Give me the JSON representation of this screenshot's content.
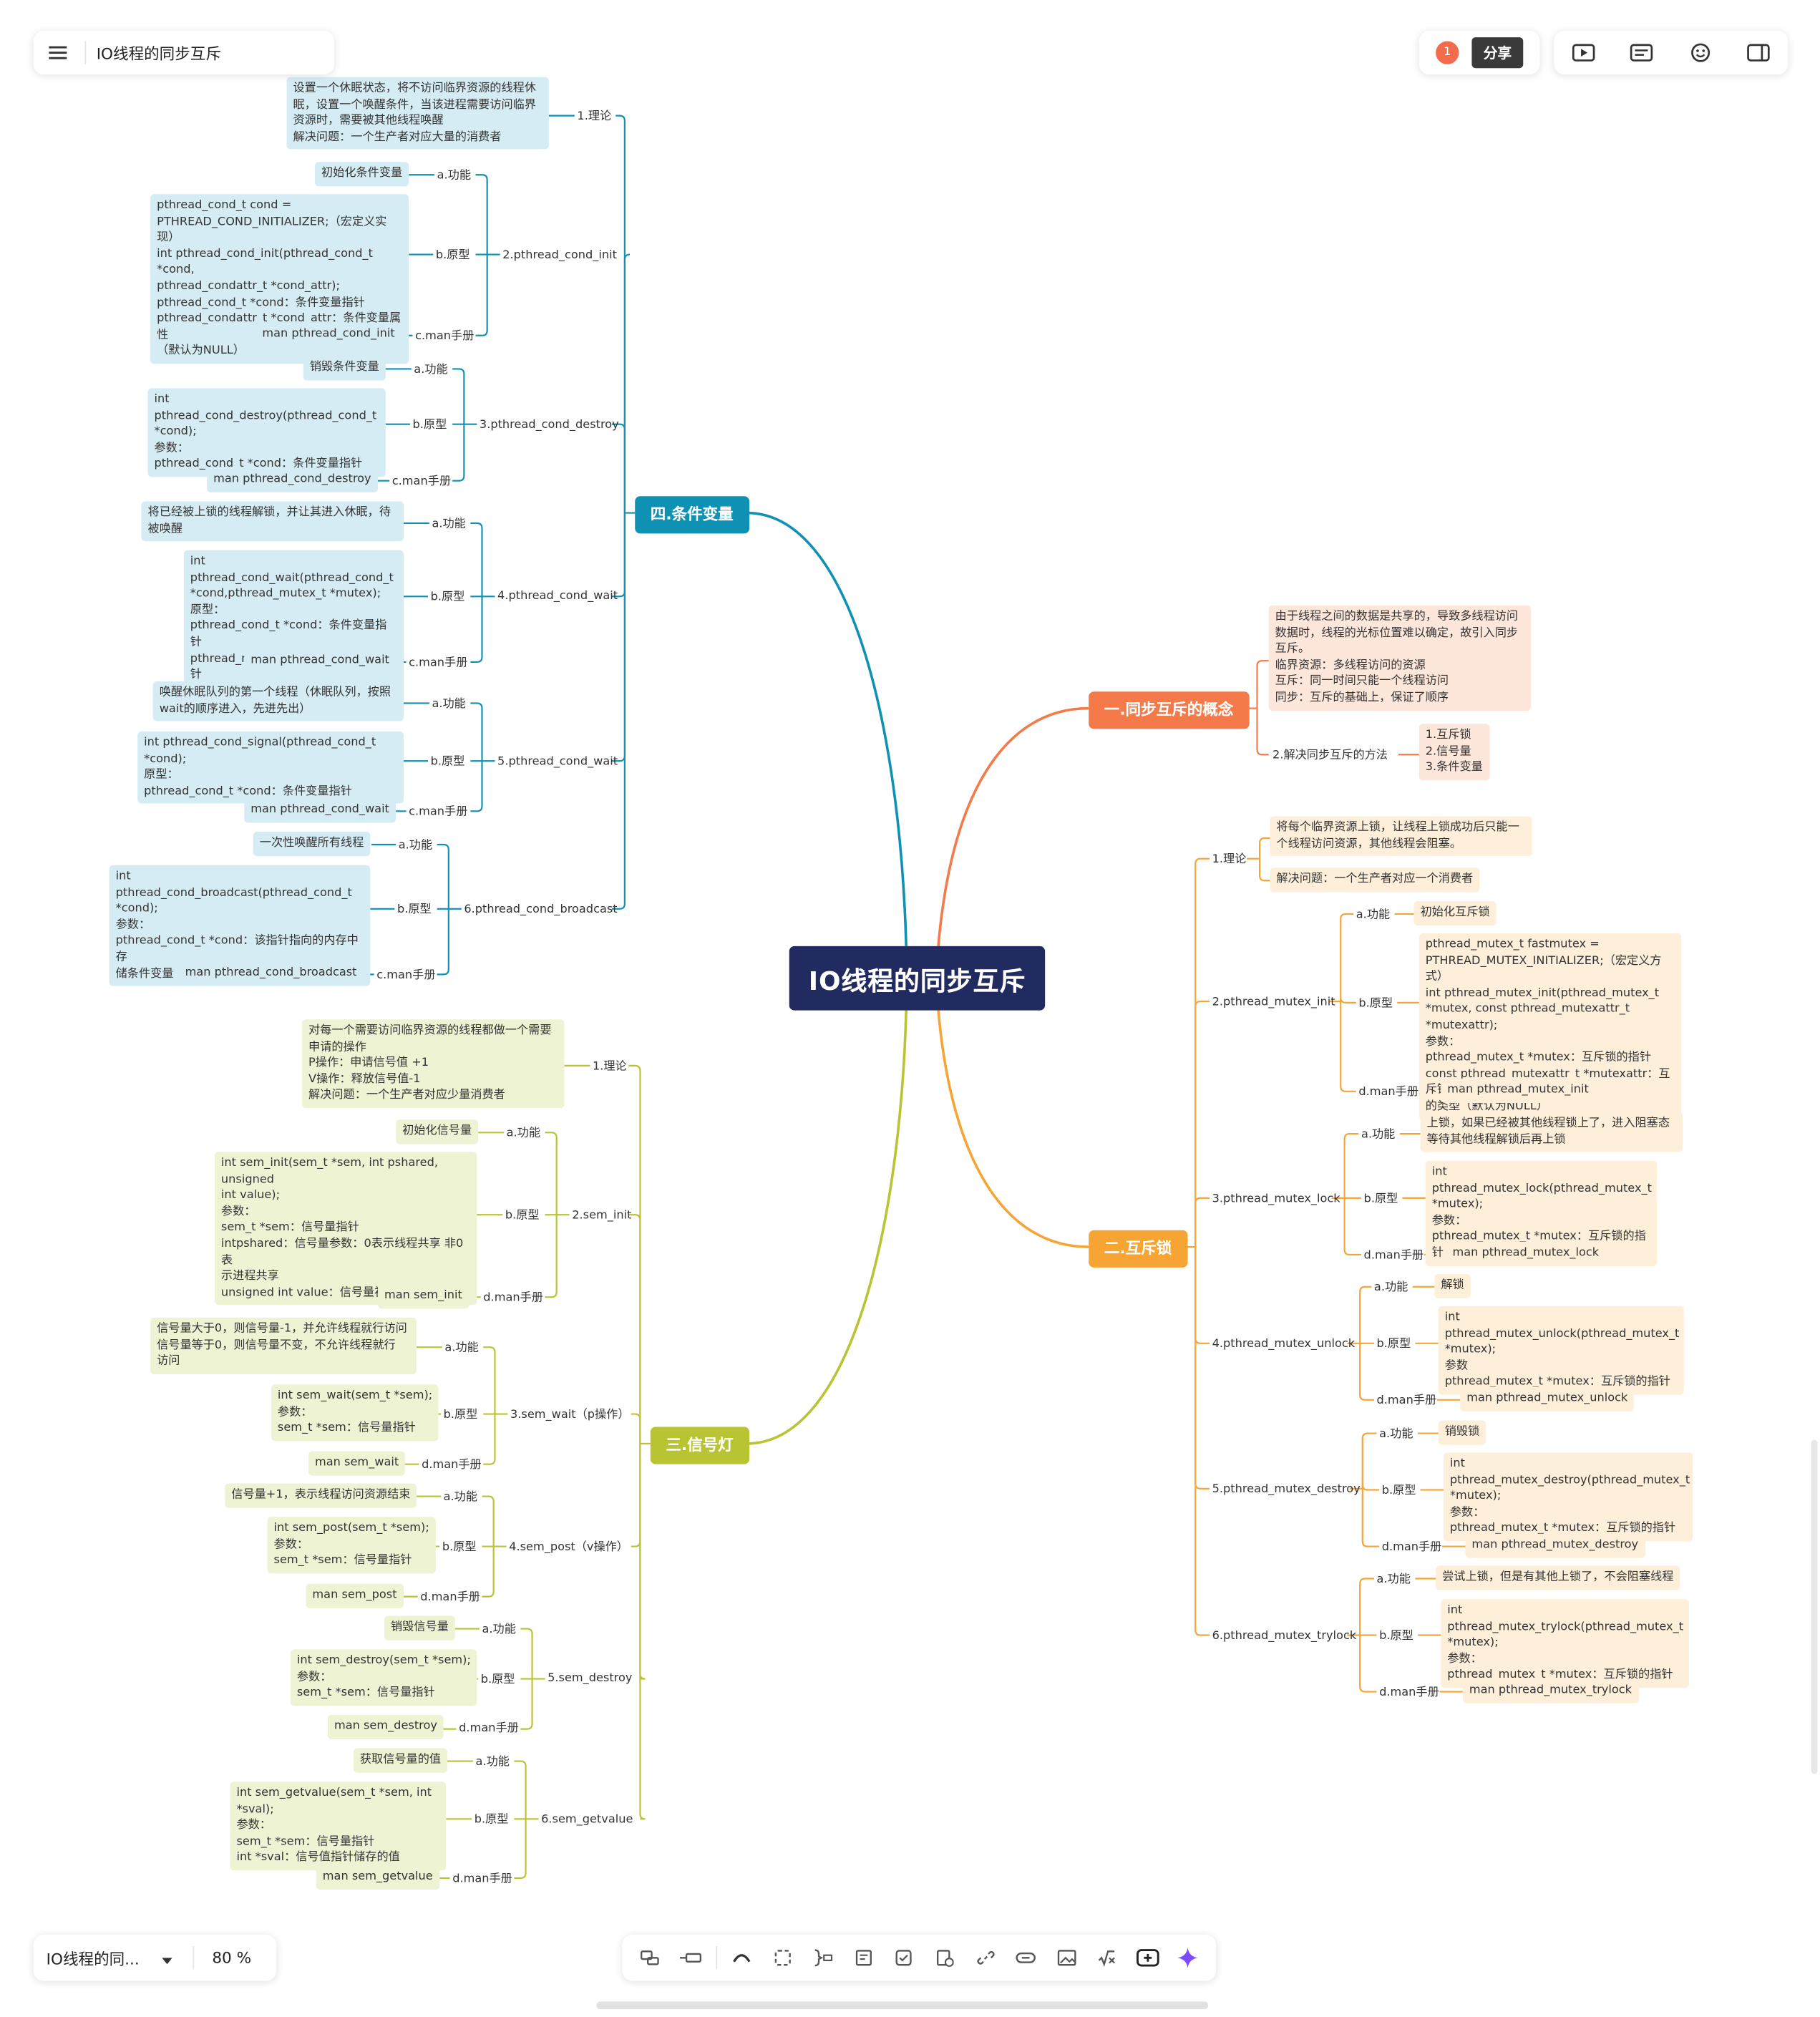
{
  "title": "IO线程的同步互斥",
  "menu_icon": "hamburger-icon",
  "notifications_count": "1",
  "share_label": "分享",
  "toolbar_right_icons": [
    "play-icon",
    "comment-icon",
    "emoji-icon",
    "sidebar-icon"
  ],
  "doc_select_label": "IO线程的同...",
  "zoom_label": "80 %",
  "bottom_tools": [
    "child-node-icon",
    "sibling-node-icon",
    "connector-icon",
    "summary-icon",
    "bracket-icon",
    "note-icon",
    "task-icon",
    "todo-icon",
    "link-icon",
    "hyperlink-icon",
    "image-icon",
    "formula-icon",
    "add-icon",
    "ai-sparkle-icon"
  ],
  "colors": {
    "blue": "#0e91b3",
    "green": "#b9c433",
    "orange": "#f47a4a",
    "amber": "#f6a434",
    "center": "#212b5f"
  },
  "branches": {
    "b4": {
      "label": "四.条件变量",
      "n1": {
        "label": "1.理论",
        "leaf": "设置一个休眠状态，将不访问临界资源的线程休\n眠，设置一个唤醒条件，当该进程需要访问临界\n资源时，需要被其他线程唤醒\n解决问题：一个生产者对应大量的消费者"
      },
      "n2": {
        "label": "2.pthread_cond_init",
        "a": "a.功能",
        "a_leaf": "初始化条件变量",
        "b": "b.原型",
        "b_leaf": "pthread_cond_t cond =\nPTHREAD_COND_INITIALIZER;（宏定义实现）\nint pthread_cond_init(pthread_cond_t *cond,\npthread_condattr_t *cond_attr);\npthread_cond_t *cond：条件变量指针\npthread_condattr_t *cond_attr：条件变量属性\n（默认为NULL）",
        "c": "c.man手册",
        "c_leaf": "man pthread_cond_init"
      },
      "n3": {
        "label": "3.pthread_cond_destroy",
        "a": "a.功能",
        "a_leaf": "销毁条件变量",
        "b": "b.原型",
        "b_leaf": "int pthread_cond_destroy(pthread_cond_t\n*cond);\n参数：\npthread_cond_t *cond：条件变量指针",
        "c": "c.man手册",
        "c_leaf": "man pthread_cond_destroy"
      },
      "n4": {
        "label": "4.pthread_cond_wait",
        "a": "a.功能",
        "a_leaf": "将已经被上锁的线程解锁，并让其进入休眠，待\n被唤醒",
        "b": "b.原型",
        "b_leaf": "int pthread_cond_wait(pthread_cond_t\n*cond,pthread_mutex_t *mutex);\n原型：\npthread_cond_t *cond：条件变量指针\npthread_mutex_t *mutex：互斥锁指针",
        "c": "c.man手册",
        "c_leaf": "man pthread_cond_wait"
      },
      "n5": {
        "label": "5.pthread_cond_wait",
        "a": "a.功能",
        "a_leaf": "唤醒休眠队列的第一个线程（休眠队列，按照\nwait的顺序进入，先进先出）",
        "b": "b.原型",
        "b_leaf": "int pthread_cond_signal(pthread_cond_t *cond);\n原型：\npthread_cond_t *cond：条件变量指针",
        "c": "c.man手册",
        "c_leaf": "man pthread_cond_wait"
      },
      "n6": {
        "label": "6.pthread_cond_broadcast",
        "a": "a.功能",
        "a_leaf": "一次性唤醒所有线程",
        "b": "b.原型",
        "b_leaf": "int pthread_cond_broadcast(pthread_cond_t\n*cond);\n参数：\npthread_cond_t *cond：该指针指向的内存中存\n储条件变量",
        "c": "c.man手册",
        "c_leaf": "man pthread_cond_broadcast"
      }
    },
    "b3": {
      "label": "三.信号灯",
      "n1": {
        "label": "1.理论",
        "leaf": "对每一个需要访问临界资源的线程都做一个需要\n申请的操作\nP操作：申请信号值 +1\nV操作：释放信号值-1\n解决问题：一个生产者对应少量消费者"
      },
      "n2": {
        "label": "2.sem_init",
        "a": "a.功能",
        "a_leaf": "初始化信号量",
        "b": "b.原型",
        "b_leaf": "int sem_init(sem_t *sem, int pshared, unsigned\nint value);\n参数：\nsem_t *sem：信号量指针\nintpshared：信号量参数：0表示线程共享 非0表\n示进程共享\nunsigned int value：信号量初始化",
        "c": "d.man手册",
        "c_leaf": "man sem_init"
      },
      "n3": {
        "label": "3.sem_wait（p操作）",
        "a": "a.功能",
        "a_leaf": "信号量大于0，则信号量-1，并允许线程就行访问\n信号量等于0，则信号量不变，不允许线程就行\n访问",
        "b": "b.原型",
        "b_leaf": "int sem_wait(sem_t *sem);\n参数：\nsem_t *sem：信号量指针",
        "c": "d.man手册",
        "c_leaf": "man sem_wait"
      },
      "n4": {
        "label": "4.sem_post（v操作）",
        "a": "a.功能",
        "a_leaf": "信号量+1，表示线程访问资源结束",
        "b": "b.原型",
        "b_leaf": "int sem_post(sem_t *sem);\n参数：\nsem_t *sem：信号量指针",
        "c": "d.man手册",
        "c_leaf": "man sem_post"
      },
      "n5": {
        "label": "5.sem_destroy",
        "a": "a.功能",
        "a_leaf": "销毁信号量",
        "b": "b.原型",
        "b_leaf": "int sem_destroy(sem_t *sem);\n参数：\nsem_t *sem：信号量指针",
        "c": "d.man手册",
        "c_leaf": "man sem_destroy"
      },
      "n6": {
        "label": "6.sem_getvalue",
        "a": "a.功能",
        "a_leaf": "获取信号量的值",
        "b": "b.原型",
        "b_leaf": "int sem_getvalue(sem_t *sem, int *sval);\n参数：\nsem_t *sem：信号量指针\nint *sval：信号值指针储存的值",
        "c": "d.man手册",
        "c_leaf": "man sem_getvalue"
      }
    },
    "b1": {
      "label": "一.同步互斥的概念",
      "n1": {
        "leaf": "由于线程之间的数据是共享的，导致多线程访问\n数据时，线程的光标位置难以确定，故引入同步\n互斥。\n临界资源：多线程访问的资源\n互斥：同一时间只能一个线程访问\n同步：互斥的基础上，保证了顺序"
      },
      "n2": {
        "label": "2.解决同步互斥的方法",
        "leaf": "1.互斥锁\n2.信号量\n3.条件变量"
      }
    },
    "b2": {
      "label": "二.互斥锁",
      "n1": {
        "label": "1.理论",
        "leaf1": "将每个临界资源上锁，让线程上锁成功后只能一\n个线程访问资源，其他线程会阻塞。",
        "leaf2": "解决问题：一个生产者对应一个消费者"
      },
      "n2": {
        "label": "2.pthread_mutex_init",
        "a": "a.功能",
        "a_leaf": "初始化互斥锁",
        "b": "b.原型",
        "b_leaf": "pthread_mutex_t fastmutex =\nPTHREAD_MUTEX_INITIALIZER;（宏定义方式）\nint pthread_mutex_init(pthread_mutex_t\n*mutex, const pthread_mutexattr_t *mutexattr);\n参数：\npthread_mutex_t *mutex：互斥锁的指针\nconst pthread_mutexattr_t *mutexattr：互斥锁\n的类型（默认为NULL）",
        "c": "d.man手册",
        "c_leaf": "man pthread_mutex_init"
      },
      "n3": {
        "label": "3.pthread_mutex_lock",
        "a": "a.功能",
        "a_leaf": "上锁，如果已经被其他线程锁上了，进入阻塞态\n等待其他线程解锁后再上锁",
        "b": "b.原型",
        "b_leaf": "int pthread_mutex_lock(pthread_mutex_t\n*mutex);\n参数：\npthread_mutex_t *mutex：互斥锁的指针",
        "c": "d.man手册",
        "c_leaf": "man pthread_mutex_lock"
      },
      "n4": {
        "label": "4.pthread_mutex_unlock",
        "a": "a.功能",
        "a_leaf": "解锁",
        "b": "b.原型",
        "b_leaf": "int pthread_mutex_unlock(pthread_mutex_t\n*mutex);\n参数\npthread_mutex_t *mutex：互斥锁的指针",
        "c": "d.man手册",
        "c_leaf": "man pthread_mutex_unlock"
      },
      "n5": {
        "label": "5.pthread_mutex_destroy",
        "a": "a.功能",
        "a_leaf": "销毁锁",
        "b": "b.原型",
        "b_leaf": "int pthread_mutex_destroy(pthread_mutex_t\n*mutex);\n参数：\npthread_mutex_t *mutex：互斥锁的指针",
        "c": "d.man手册",
        "c_leaf": "man pthread_mutex_destroy"
      },
      "n6": {
        "label": "6.pthread_mutex_trylock",
        "a": "a.功能",
        "a_leaf": "尝试上锁，但是有其他上锁了，不会阻塞线程",
        "b": "b.原型",
        "b_leaf": "int pthread_mutex_trylock(pthread_mutex_t\n*mutex);\n参数：\npthread_mutex_t *mutex：互斥锁的指针",
        "c": "d.man手册",
        "c_leaf": "man pthread_mutex_trylock"
      }
    }
  }
}
